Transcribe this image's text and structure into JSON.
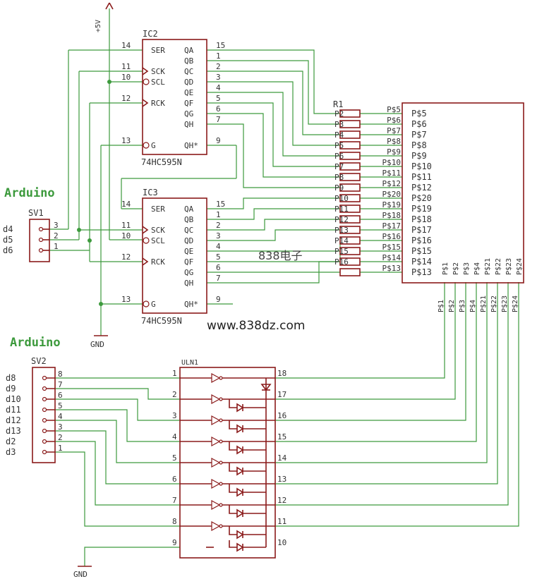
{
  "labels": {
    "vcc": "+5V",
    "gnd": "GND",
    "arduino": "Arduino",
    "watermark_cn": "838电子",
    "watermark_url": "www.838dz.com"
  },
  "ic2": {
    "name": "IC2",
    "part": "74HC595N",
    "left_pins": [
      {
        "num": "14",
        "name": "SER"
      },
      {
        "num": "11",
        "name": "SCK"
      },
      {
        "num": "10",
        "name": "SCL"
      },
      {
        "num": "12",
        "name": "RCK"
      },
      {
        "num": "13",
        "name": "G"
      }
    ],
    "right_pins": [
      {
        "num": "15",
        "name": "QA"
      },
      {
        "num": "1",
        "name": "QB"
      },
      {
        "num": "2",
        "name": "QC"
      },
      {
        "num": "3",
        "name": "QD"
      },
      {
        "num": "4",
        "name": "QE"
      },
      {
        "num": "5",
        "name": "QF"
      },
      {
        "num": "6",
        "name": "QG"
      },
      {
        "num": "7",
        "name": "QH"
      },
      {
        "num": "9",
        "name": "QH*"
      }
    ]
  },
  "ic3": {
    "name": "IC3",
    "part": "74HC595N",
    "left_pins": [
      {
        "num": "14",
        "name": "SER"
      },
      {
        "num": "11",
        "name": "SCK"
      },
      {
        "num": "10",
        "name": "SCL"
      },
      {
        "num": "12",
        "name": "RCK"
      },
      {
        "num": "13",
        "name": "G"
      }
    ],
    "right_pins": [
      {
        "num": "15",
        "name": "QA"
      },
      {
        "num": "1",
        "name": "QB"
      },
      {
        "num": "2",
        "name": "QC"
      },
      {
        "num": "3",
        "name": "QD"
      },
      {
        "num": "4",
        "name": "QE"
      },
      {
        "num": "5",
        "name": "QF"
      },
      {
        "num": "6",
        "name": "QG"
      },
      {
        "num": "7",
        "name": "QH"
      },
      {
        "num": "9",
        "name": "QH*"
      }
    ]
  },
  "sv1": {
    "name": "SV1",
    "pins": [
      {
        "signal": "d4",
        "num": "3"
      },
      {
        "signal": "d5",
        "num": "2"
      },
      {
        "signal": "d6",
        "num": "1"
      }
    ]
  },
  "sv2": {
    "name": "SV2",
    "pins": [
      {
        "signal": "d8",
        "num": "8"
      },
      {
        "signal": "d9",
        "num": "7"
      },
      {
        "signal": "d10",
        "num": "6"
      },
      {
        "signal": "d11",
        "num": "5"
      },
      {
        "signal": "d12",
        "num": "4"
      },
      {
        "signal": "d13",
        "num": "3"
      },
      {
        "signal": "d2",
        "num": "2"
      },
      {
        "signal": "d3",
        "num": "1"
      }
    ]
  },
  "r1": {
    "name": "R1",
    "left_labels": [
      "P2",
      "P3",
      "P4",
      "P5",
      "P6",
      "P7",
      "P8",
      "P9",
      "P10",
      "P11",
      "P12",
      "P13",
      "P14",
      "P15",
      "P16"
    ],
    "right_labels": [
      "P$5",
      "P$6",
      "P$7",
      "P$8",
      "P$9",
      "P$10",
      "P$11",
      "P$12",
      "P$20",
      "P$19",
      "P$18",
      "P$17",
      "P$16",
      "P$15",
      "P$14",
      "P$13"
    ]
  },
  "matrix": {
    "left_pins": [
      "P$5",
      "P$6",
      "P$7",
      "P$8",
      "P$9",
      "P$10",
      "P$11",
      "P$12",
      "P$20",
      "P$19",
      "P$18",
      "P$17",
      "P$16",
      "P$15",
      "P$14",
      "P$13"
    ],
    "bottom_pins": [
      "P$1",
      "P$2",
      "P$3",
      "P$4",
      "P$21",
      "P$22",
      "P$23",
      "P$24"
    ]
  },
  "uln1": {
    "name": "ULN1",
    "left_pins": [
      "1",
      "2",
      "3",
      "4",
      "5",
      "6",
      "7",
      "8",
      "9"
    ],
    "right_pins": [
      "18",
      "17",
      "16",
      "15",
      "14",
      "13",
      "12",
      "11",
      "10"
    ]
  }
}
